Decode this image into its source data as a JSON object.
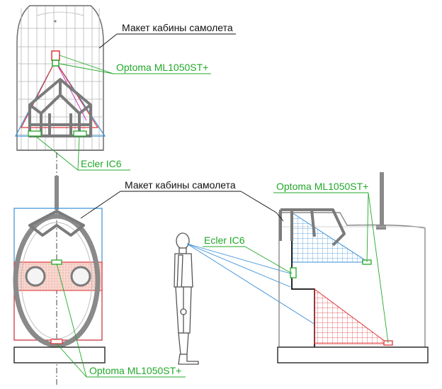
{
  "labels": {
    "cockpit_mockup_top": "Макет кабины самолета",
    "projector_top": "Optoma ML1050ST+",
    "player_top": "Ecler IC6",
    "cockpit_mockup_front": "Макет кабины самолета",
    "projector_side": "Optoma ML1050ST+",
    "player_side": "Ecler IC6",
    "projector_front": "Optoma ML1050ST+"
  },
  "colors": {
    "structure": "#6e6e6e",
    "light_structure": "#9a9a9a",
    "projection_blue": "#3a8fd8",
    "projection_red": "#e0373a",
    "callout_green": "#22a82a",
    "label_text": "#111111",
    "fill_red": "#f6c9c4",
    "fill_blue": "#cfe2f6"
  }
}
